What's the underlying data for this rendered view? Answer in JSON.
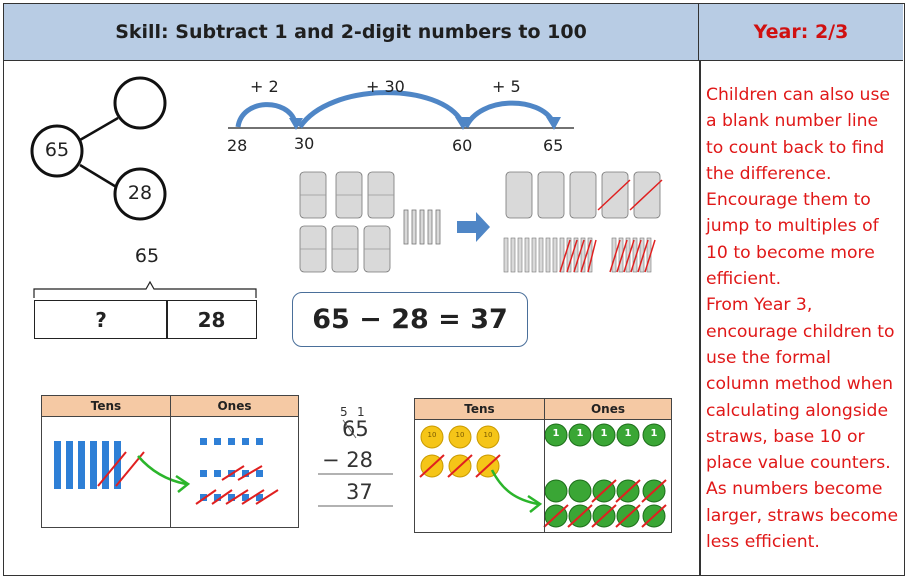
{
  "header": {
    "skill": "Skill: Subtract 1 and 2-digit numbers to 100",
    "year": "Year: 2/3"
  },
  "part_whole": {
    "whole": "65",
    "part_known": "28"
  },
  "bar_model": {
    "whole": "65",
    "unknown": "?",
    "known": "28"
  },
  "number_line": {
    "jumps": [
      "+ 2",
      "+ 30",
      "+ 5"
    ],
    "ticks": [
      "28",
      "30",
      "60",
      "65"
    ]
  },
  "equation": "65 − 28 = 37",
  "column_method": {
    "exchange_tens": "5",
    "exchange_ones": "1",
    "minuend": "65",
    "subtrahend": "− 28",
    "answer": "37"
  },
  "place_value_left": {
    "tens_label": "Tens",
    "ones_label": "Ones"
  },
  "place_value_right": {
    "tens_label": "Tens",
    "ones_label": "Ones",
    "counter_ten": "10",
    "counter_one": "1"
  },
  "notes": [
    "Children can also use",
    "a blank number line",
    "to count back to find",
    "the difference.",
    "Encourage them to",
    "jump to multiples of",
    "10 to become more",
    "efficient.",
    "From Year 3,",
    "encourage children to",
    "use the formal",
    "column method when",
    "calculating alongside",
    "straws, base 10 or",
    "place value counters.",
    "As numbers become",
    "larger, straws become",
    "less efficient."
  ],
  "colors": {
    "header_bg": "#b8cce4",
    "year_red": "#d01010",
    "note_red": "#e01818",
    "pv_header": "#f5c9a4",
    "arrow_blue": "#4f86c6",
    "cross_red": "#e02020",
    "arrow_green": "#2bb52b"
  }
}
